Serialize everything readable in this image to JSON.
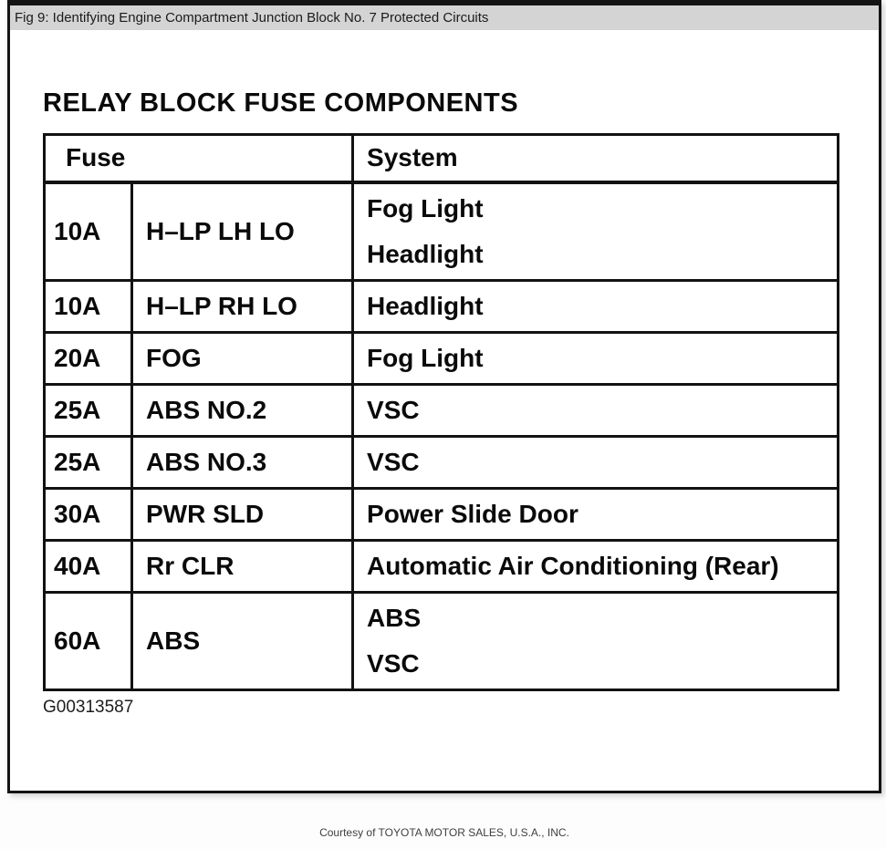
{
  "window": {
    "caption": "Fig 9: Identifying Engine Compartment Junction Block No. 7 Protected Circuits"
  },
  "figure": {
    "title": "RELAY BLOCK FUSE COMPONENTS",
    "table": {
      "headers": {
        "fuse": "Fuse",
        "system": "System"
      },
      "rows": [
        {
          "amps": "10A",
          "name": "H–LP LH LO",
          "systems": [
            "Fog Light",
            "Headlight"
          ]
        },
        {
          "amps": "10A",
          "name": "H–LP RH LO",
          "systems": [
            "Headlight"
          ]
        },
        {
          "amps": "20A",
          "name": "FOG",
          "systems": [
            "Fog Light"
          ]
        },
        {
          "amps": "25A",
          "name": "ABS NO.2",
          "systems": [
            "VSC"
          ]
        },
        {
          "amps": "25A",
          "name": "ABS NO.3",
          "systems": [
            "VSC"
          ]
        },
        {
          "amps": "30A",
          "name": "PWR SLD",
          "systems": [
            "Power Slide Door"
          ]
        },
        {
          "amps": "40A",
          "name": "Rr CLR",
          "systems": [
            "Automatic Air Conditioning (Rear)"
          ]
        },
        {
          "amps": "60A",
          "name": "ABS",
          "systems": [
            "ABS",
            "VSC"
          ]
        }
      ]
    },
    "figure_id": "G00313587",
    "credit": "Courtesy of TOYOTA MOTOR SALES, U.S.A., INC."
  },
  "colors": {
    "caption_bar": "#d4d4d4",
    "border": "#141414",
    "text": "#0a0a0a"
  }
}
